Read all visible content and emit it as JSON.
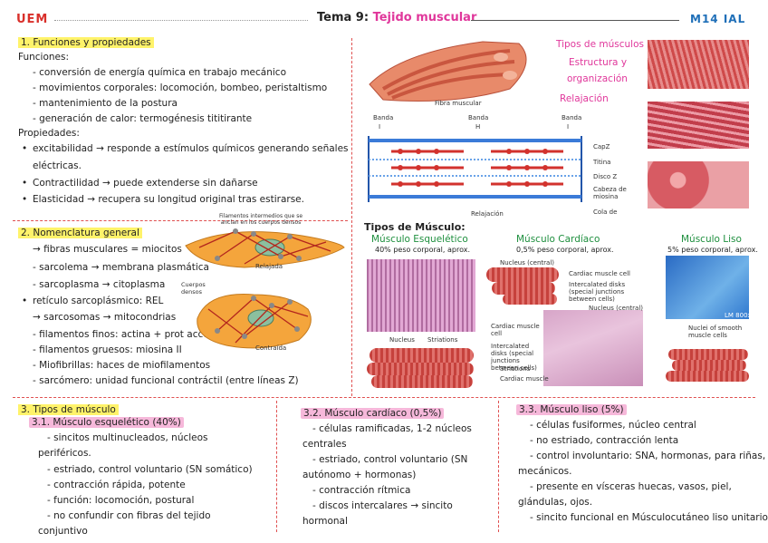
{
  "header": {
    "left": "UEM",
    "title_prefix": "Tema 9:",
    "title_topic": "Tejido muscular",
    "right": "M14 IAL"
  },
  "section1": {
    "heading": "1. Funciones y propiedades",
    "funciones_label": "Funciones:",
    "funciones": [
      "- conversión de energía química en trabajo mecánico",
      "- movimientos corporales: locomoción, bombeo, peristaltismo",
      "- mantenimiento de la postura",
      "- generación de calor: termogénesis tititirante"
    ],
    "propiedades_label": "Propiedades:",
    "propiedades": [
      "excitabilidad → responde a estímulos químicos generando señales",
      "eléctricas.",
      "Contractilidad → puede extenderse sin dañarse",
      "Elasticidad → recupera su longitud original tras estirarse."
    ]
  },
  "section2": {
    "heading": "2. Nomenclatura general",
    "items": [
      "→ fibras musculares = miocitos",
      "- sarcolema → membrana plasmática",
      "- sarcoplasma → citoplasma",
      "retículo sarcoplásmico: REL",
      "→ sarcosomas → mitocondrias",
      "- filamentos finos: actina + prot acceso",
      "- filamentos gruesos: miosina II",
      "- Miofibrillas: haces de miofilamentos",
      "- sarcómero: unidad funcional contráctil (entre líneas Z)"
    ],
    "diagram_labels": {
      "filamentos": "Filamentos intermedios que se anclan en los cuerpos densos",
      "relajada": "Relajada",
      "cuerpos": "Cuerpos densos",
      "contraida": "Contraída"
    }
  },
  "topright": {
    "labels": [
      "Tipos de músculos",
      "Estructura y",
      "organización",
      "Relajación"
    ],
    "fiber_caption": "Fibra muscular",
    "bands": [
      "Banda",
      "I",
      "Banda",
      "H",
      "Banda",
      "I"
    ],
    "sarcomere_labels": [
      "CapZ",
      "Titina",
      "Disco Z",
      "Cabeza de miosina",
      "Cola de"
    ],
    "relajacion": "Relajación"
  },
  "tipos": {
    "title": "Tipos de Músculo:",
    "esq_title": "Músculo Esquelético",
    "esq_sub": "40% peso corporal, aprox.",
    "card_title": "Músculo Cardíaco",
    "card_sub": "0,5% peso corporal, aprox.",
    "liso_title": "Músculo Liso",
    "liso_sub": "5% peso corporal, aprox.",
    "esq_labels": [
      "Nucleus",
      "Striations"
    ],
    "card_labels": [
      "Nucleus (central)",
      "Cardiac muscle cell",
      "Intercalated disks (special junctions between cells)",
      "Nucleus (central)",
      "Cardiac muscle cell",
      "Intercalated disks (special junctions between cells)",
      "Striations",
      "Cardiac muscle"
    ],
    "liso_labels": [
      "LM 800x",
      "Nuclei of smooth muscle cells"
    ]
  },
  "section3": {
    "heading": "3. Tipos de músculo",
    "sub1": "3.1. Músculo esquelético (40%)",
    "sub1_items": [
      "- sincitos multinucleados, núcleos",
      "periféricos.",
      "- estriado, control voluntario (SN somático)",
      "- contracción rápida, potente",
      "- función: locomoción, postural",
      "- no confundir con fibras del tejido",
      "conjuntivo"
    ],
    "sub2": "3.2. Músculo cardíaco (0,5%)",
    "sub2_items": [
      "- células ramificadas, 1-2 núcleos",
      "centrales",
      "- estriado, control voluntario (SN",
      "autónomo + hormonas)",
      "- contracción rítmica",
      "- discos intercalares → sincito",
      "hormonal"
    ],
    "sub3": "3.3. Músculo liso (5%)",
    "sub3_items": [
      "- células fusiformes, núcleo central",
      "- no estriado, contracción lenta",
      "- control involuntario: SNA, hormonas, para riñas,",
      "mecánicos.",
      "- presente en vísceras huecas, vasos, piel,",
      "glándulas, ojos.",
      "- sincito funcional en Músculocutáneo liso unitario."
    ]
  }
}
